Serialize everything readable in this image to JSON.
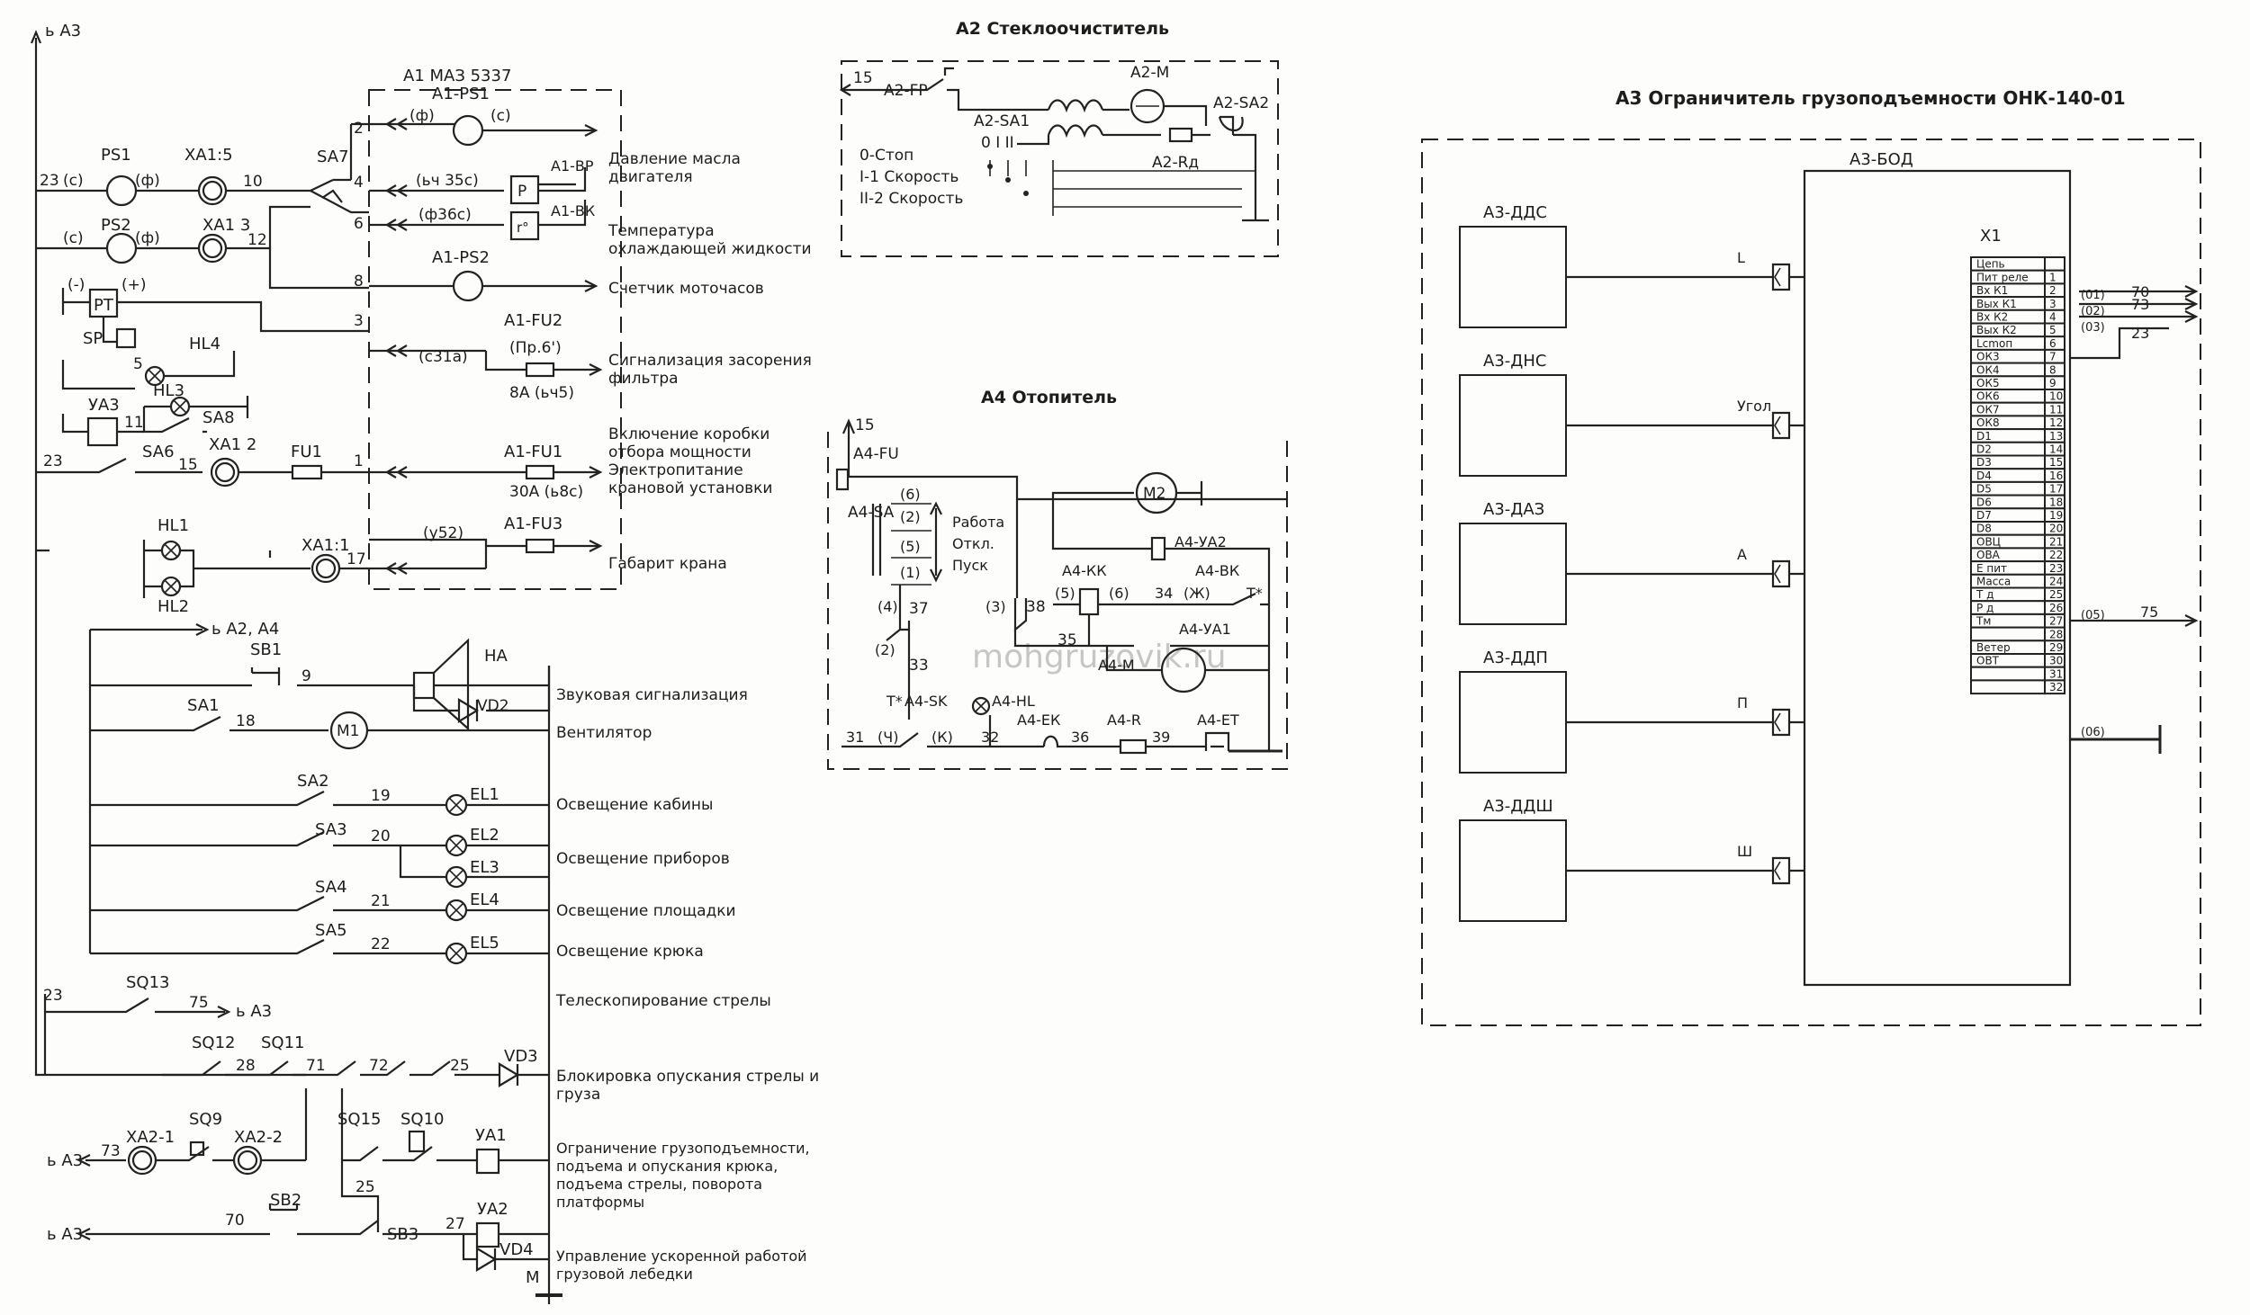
{
  "titles": {
    "a2": "А2 Стеклоочиститель",
    "a3": "А3 Ограничитель грузоподъемности ОНК-140-01",
    "a4": "А4 Отопитель",
    "a1": "А1  МАЗ 5337",
    "a3bod": "А3-БОД",
    "x1": "Х1"
  },
  "watermark": "mohgruzovik.ru",
  "a1_functions": [
    "Давление масла",
    "двигателя",
    "Температура",
    "охлаждающей жидкости",
    "Счетчик моточасов",
    "Сигнализация засорения",
    "фильтра",
    "Включение коробки",
    "отбора мощности",
    "Электропитание",
    "крановой установки",
    "Габарит крана"
  ],
  "functions": [
    "Звуковая сигнализация",
    "Вентилятор",
    "Освещение кабины",
    "Освещение приборов",
    "Освещение площадки",
    "Освещение крюка",
    "Телескопирование стрелы",
    "Блокировка опускания стрелы и",
    "груза",
    "Ограничение грузоподъемности,",
    "подъема и опускания крюка,",
    "подъема стрелы, поворота",
    "платформы",
    "Управление ускоренной работой",
    "грузовой лебедки"
  ],
  "left_labels": {
    "ba3": "ь А3",
    "ba2a4": "ь А2, А4",
    "n23": "23",
    "ps1": "PS1",
    "ps2": "PS2",
    "pt": "PT",
    "sp": "SP",
    "xa15": "ХА1:5",
    "xa13": "ХА1 3",
    "xa12": "ХА1 2",
    "xa11": "ХА1:1",
    "sa7": "SA7",
    "sa6": "SA6",
    "sa8": "SA8",
    "hl1": "HL1",
    "hl2": "HL2",
    "hl3": "HL3",
    "hl4": "HL4",
    "ya3": "УА3",
    "fu1": "FU1",
    "c": "(с)",
    "f": "(ф)",
    "minus": "(-)",
    "plus": "(+)",
    "n10": "10",
    "n12": "12",
    "n5": "5",
    "n11": "11",
    "n15": "15",
    "n17": "17",
    "n1": "1",
    "n2": "2",
    "n4": "4",
    "n6": "6",
    "n8": "8",
    "n3": "3",
    "a1ps1": "А1-PS1",
    "a1ps2": "А1-PS2",
    "a1bp": "А1-ВР",
    "a1bk": "А1-ВК",
    "a1fu1": "А1-FU1",
    "a1fu2": "А1-FU2",
    "a1fu3": "А1-FU3",
    "bch35c": "(ьч 35с)",
    "f36c": "(ф36с)",
    "c31a": "(с31а)",
    "pr6": "(Пр.6')",
    "a8": "8А (ьч5)",
    "a30": "30А (ь8с)",
    "u52": "(у52)",
    "sb1": "SB1",
    "ha": "НА",
    "vd2": "VD2",
    "n9": "9",
    "sa1": "SA1",
    "n18": "18",
    "m1": "M1",
    "sa2": "SA2",
    "sa3": "SA3",
    "sa4": "SA4",
    "sa5": "SA5",
    "n19": "19",
    "n20": "20",
    "n21": "21",
    "n22": "22",
    "el1": "EL1",
    "el2": "EL2",
    "el3": "EL3",
    "el4": "EL4",
    "el5": "EL5",
    "sq13": "SQ13",
    "n75": "75",
    "sq12": "SQ12",
    "sq11": "SQ11",
    "n28": "28",
    "n71": "71",
    "n72": "72",
    "n25": "25",
    "vd3": "VD3",
    "sq15": "SQ15",
    "sq10": "SQ10",
    "ya1": "УА1",
    "n73": "73",
    "xa21": "ХА2-1",
    "sq9": "SQ9",
    "xa22": "ХА2-2",
    "sb2": "SB2",
    "sb3": "SB3",
    "n70": "70",
    "n27": "27",
    "ya2": "УА2",
    "vd4": "VD4",
    "m": "М",
    "p": "P",
    "r": "r°"
  },
  "a2_labels": {
    "n15": "15",
    "fp": "А2-FP",
    "sa1": "А2-SA1",
    "m": "А2-М",
    "sa2": "А2-SA2",
    "r": "А2-Rд",
    "pos": "0  I  II",
    "mode0": "0-Стоп",
    "mode1": "I-1 Скорость",
    "mode2": "II-2 Скорость"
  },
  "a4_labels": {
    "n15": "15",
    "fu": "А4-FU",
    "sa": "А4-SA",
    "m2": "M2",
    "p6": "(6)",
    "p2": "(2)",
    "p5": "(5)",
    "p1": "(1)",
    "p4": "(4)",
    "p3": "(3)",
    "work": "Работа",
    "off": "Откл.",
    "start": "Пуск",
    "ya2": "А4-УА2",
    "kk": "А4-КК",
    "bk": "А4-ВК",
    "ya1": "А4-УА1",
    "m": "А4-М",
    "sk": "А4-SK",
    "hl": "А4-HL",
    "ek": "А4-ЕК",
    "r": "А4-R",
    "et": "А4-ЕТ",
    "n37": "37",
    "n38": "38",
    "n35": "35",
    "n33": "33",
    "n34": "34",
    "n31": "31",
    "n32": "32",
    "n36": "36",
    "n39": "39",
    "k5": "(5)",
    "k6": "(6)",
    "zh": "(Ж)",
    "ch": "(Ч)",
    "k": "(К)",
    "tstar": "Т*"
  },
  "a3_sensors": [
    {
      "name": "А3-ДДС",
      "port": "L"
    },
    {
      "name": "А3-ДНС",
      "port": "Угол"
    },
    {
      "name": "А3-ДАЗ",
      "port": "А"
    },
    {
      "name": "А3-ДДП",
      "port": "П"
    },
    {
      "name": "А3-ДДШ",
      "port": "Ш"
    }
  ],
  "x1_rows": [
    {
      "label": "Цепь",
      "num": ""
    },
    {
      "label": "Пит реле",
      "num": "1"
    },
    {
      "label": "Вх К1",
      "num": "2"
    },
    {
      "label": "Вых К1",
      "num": "3"
    },
    {
      "label": "Вх К2",
      "num": "4"
    },
    {
      "label": "Вых К2",
      "num": "5"
    },
    {
      "label": "Lсmоп",
      "num": "6"
    },
    {
      "label": "ОК3",
      "num": "7"
    },
    {
      "label": "ОК4",
      "num": "8"
    },
    {
      "label": "ОК5",
      "num": "9"
    },
    {
      "label": "ОК6",
      "num": "10"
    },
    {
      "label": "ОК7",
      "num": "11"
    },
    {
      "label": "ОК8",
      "num": "12"
    },
    {
      "label": "D1",
      "num": "13"
    },
    {
      "label": "D2",
      "num": "14"
    },
    {
      "label": "D3",
      "num": "15"
    },
    {
      "label": "D4",
      "num": "16"
    },
    {
      "label": "D5",
      "num": "17"
    },
    {
      "label": "D6",
      "num": "18"
    },
    {
      "label": "D7",
      "num": "19"
    },
    {
      "label": "D8",
      "num": "20"
    },
    {
      "label": "ОВЦ",
      "num": "21"
    },
    {
      "label": "ОВА",
      "num": "22"
    },
    {
      "label": "Е пит",
      "num": "23"
    },
    {
      "label": "Масса",
      "num": "24"
    },
    {
      "label": "Т д",
      "num": "25"
    },
    {
      "label": "Р д",
      "num": "26"
    },
    {
      "label": "Тм",
      "num": "27"
    },
    {
      "label": "",
      "num": "28"
    },
    {
      "label": "Ветер",
      "num": "29"
    },
    {
      "label": "ОВТ",
      "num": "30"
    },
    {
      "label": "",
      "num": "31"
    },
    {
      "label": "",
      "num": "32"
    }
  ],
  "x1_out": {
    "w01": "(01)",
    "w02": "(02)",
    "w03": "(03)",
    "w05": "(05)",
    "w06": "(06)",
    "o70": "70",
    "o73": "73",
    "o23": "23",
    "o75": "75"
  }
}
